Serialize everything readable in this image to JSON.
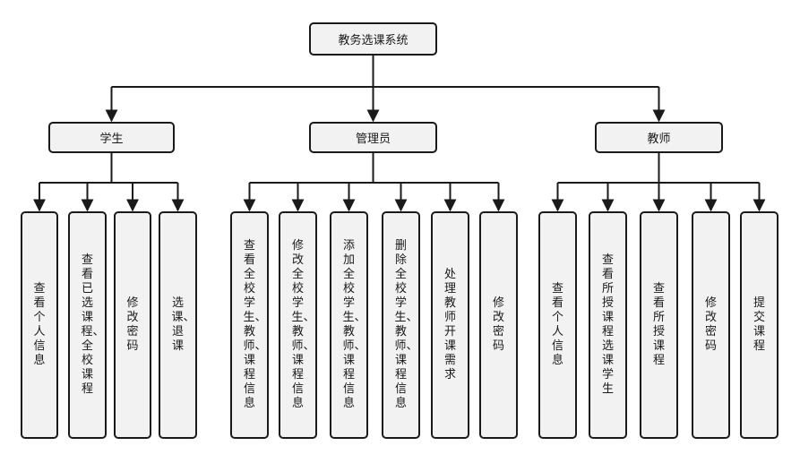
{
  "root": {
    "label": "教务选课系统"
  },
  "groups": [
    {
      "label": "学生",
      "children": [
        "查看个人信息",
        "查看已选课程、全校课程",
        "修改密码",
        "选课、退课"
      ]
    },
    {
      "label": "管理员",
      "children": [
        "查看全校学生、教师、课程信息",
        "修改全校学生、教师、课程信息",
        "添加全校学生、教师、课程信息",
        "删除全校学生、教师、课程信息",
        "处理教师开课需求",
        "修改密码"
      ]
    },
    {
      "label": "教师",
      "children": [
        "查看个人信息",
        "查看所授课程选课学生",
        "查看所授课程",
        "修改密码",
        "提交课程"
      ]
    }
  ]
}
